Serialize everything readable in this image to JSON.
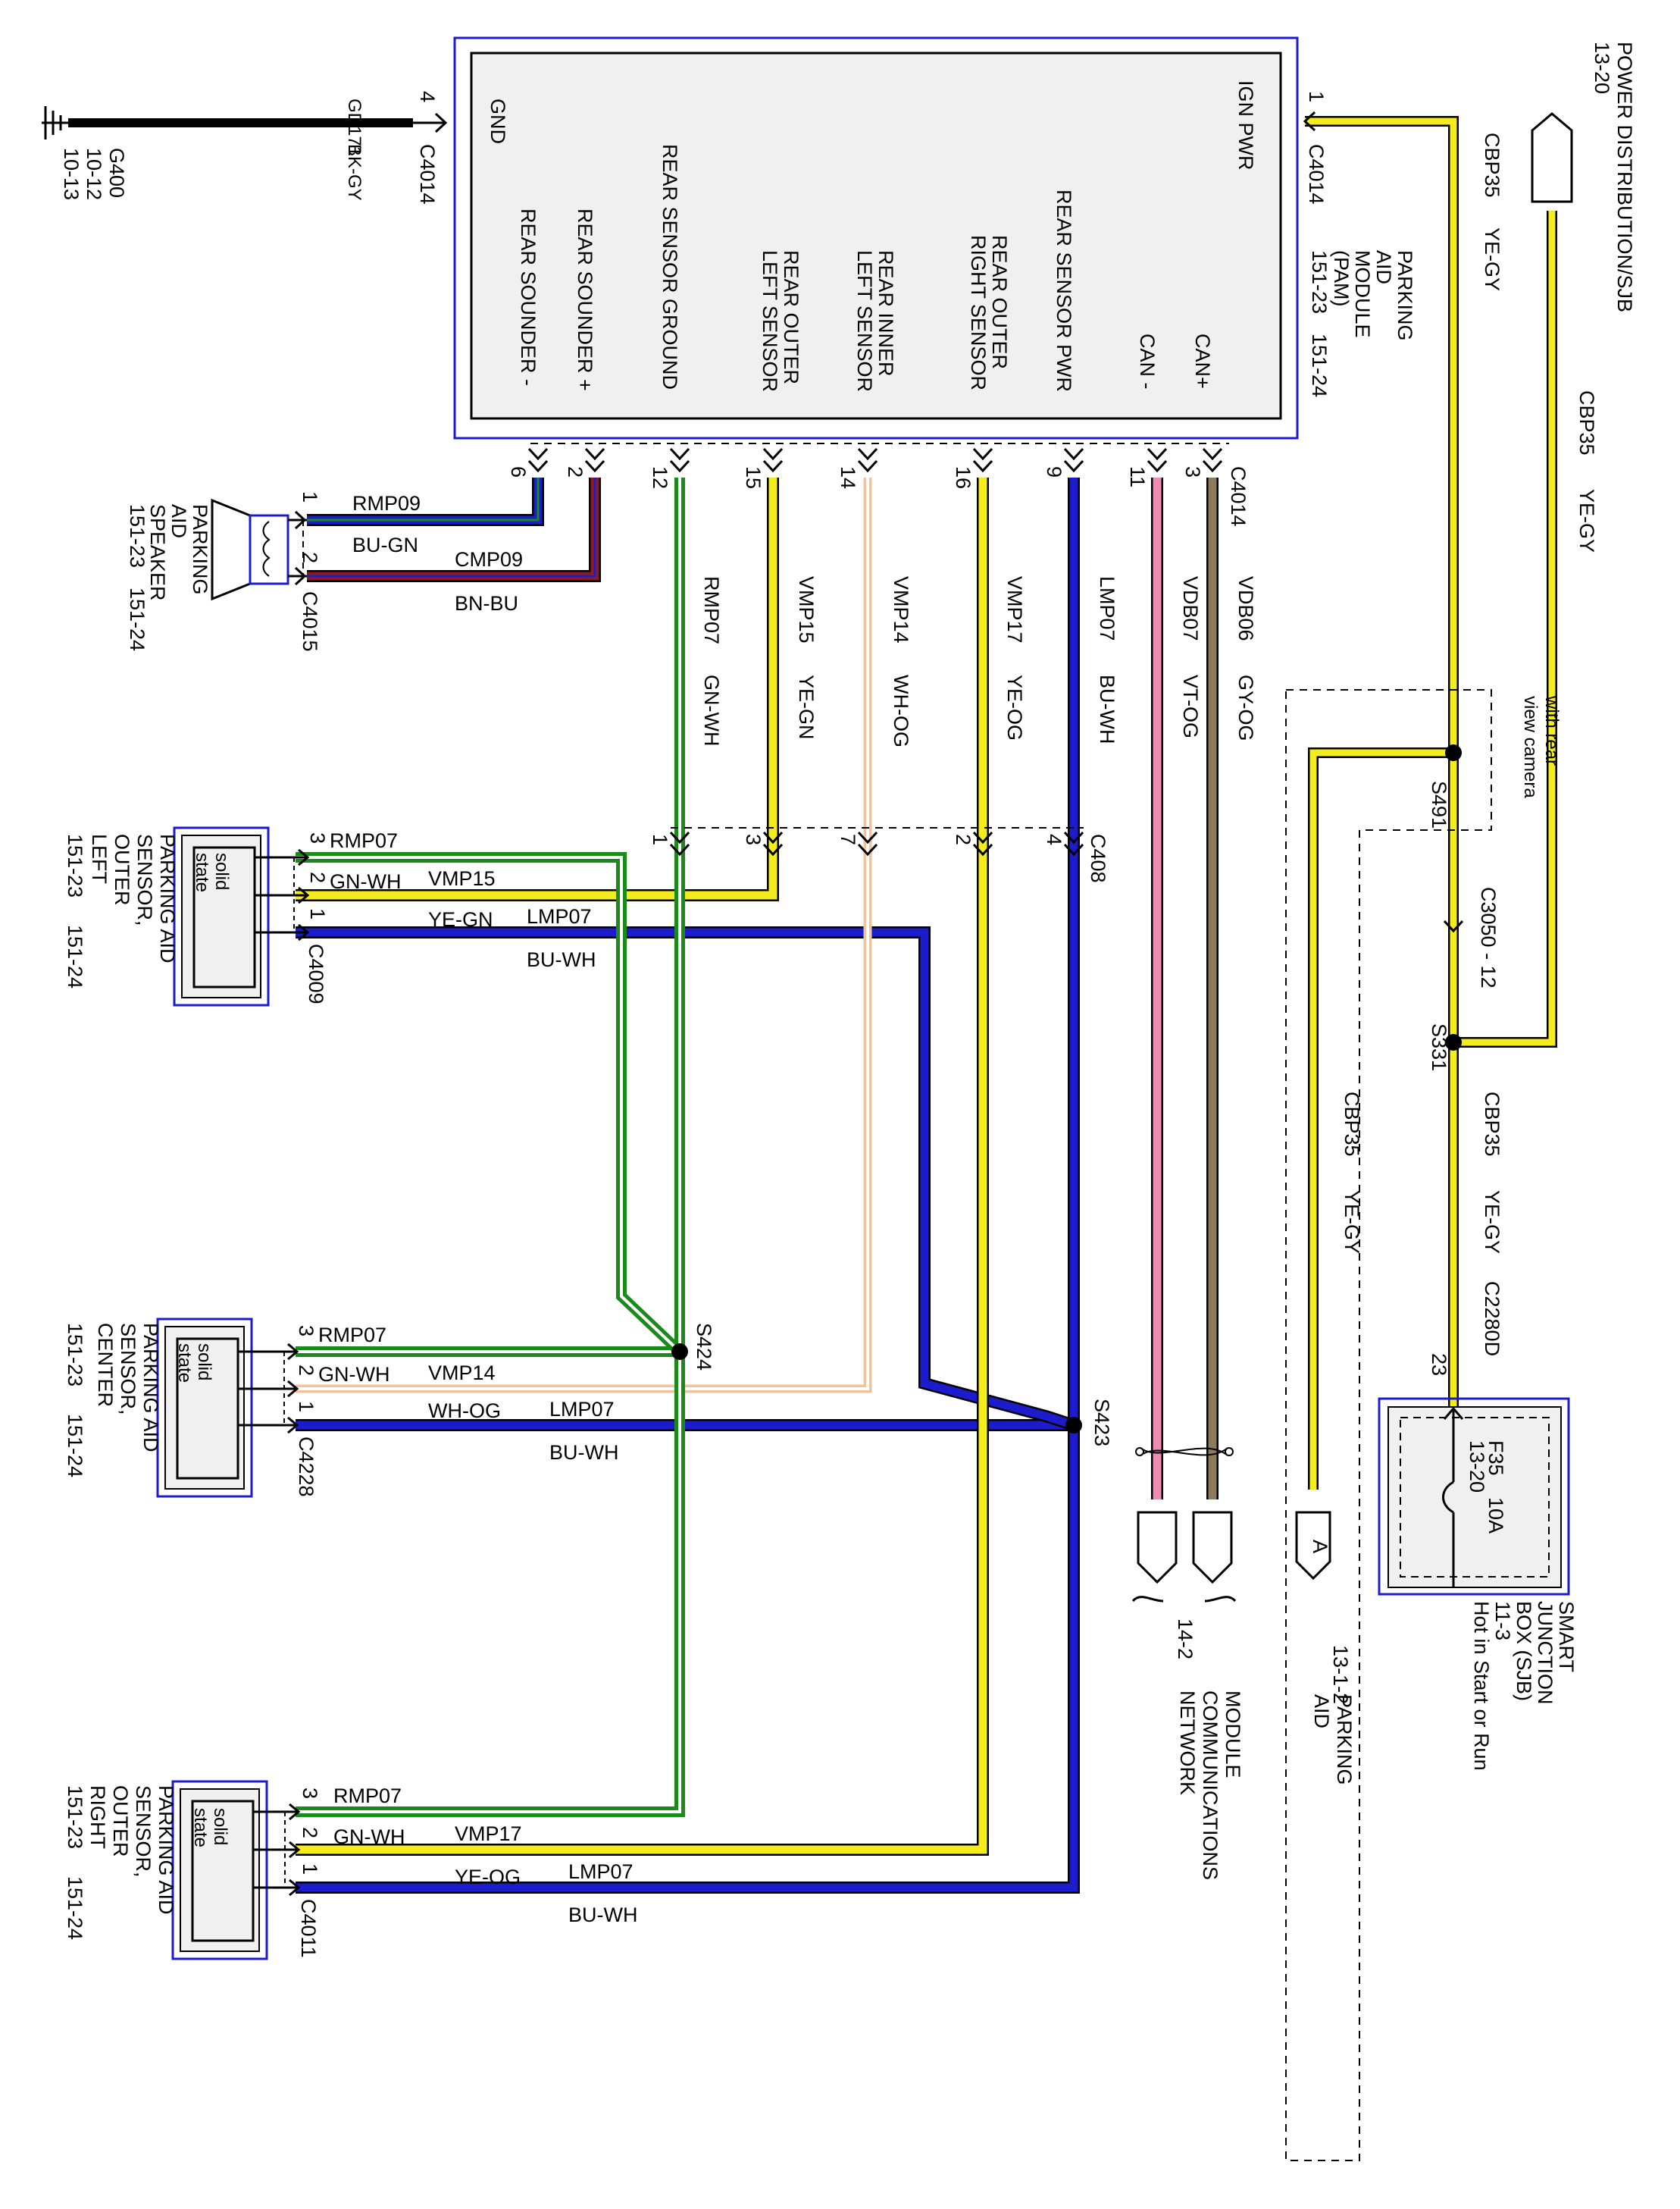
{
  "module": {
    "name_lines": [
      "PARKING",
      "AID",
      "MODULE",
      "(PAM)"
    ],
    "refs": [
      "151-23",
      "151-24"
    ],
    "connector": "C4014",
    "pins": {
      "gnd": {
        "num": "4",
        "label": "GND"
      },
      "ign": {
        "num": "1",
        "label": "IGN PWR"
      },
      "can_plus": {
        "num": "3",
        "label": "CAN+"
      },
      "can_minus": {
        "num": "11",
        "label": "CAN -"
      },
      "sensor_pwr": {
        "num": "9",
        "label": "REAR SENSOR PWR"
      },
      "outer_right": {
        "num": "16",
        "label_lines": [
          "REAR OUTER",
          "RIGHT SENSOR"
        ]
      },
      "inner_left": {
        "num": "14",
        "label_lines": [
          "REAR INNER",
          "LEFT SENSOR"
        ]
      },
      "outer_left": {
        "num": "15",
        "label_lines": [
          "REAR OUTER",
          "LEFT SENSOR"
        ]
      },
      "sensor_ground": {
        "num": "12",
        "label": "REAR SENSOR GROUND"
      },
      "sounder_plus": {
        "num": "2",
        "label": "REAR SOUNDER +"
      },
      "sounder_minus": {
        "num": "6",
        "label": "REAR SOUNDER -"
      }
    },
    "connector_bottom": "C4014"
  },
  "ground": {
    "circuit": "GD171",
    "color": "BK-GY",
    "name": "G400",
    "refs": [
      "10-12",
      "10-13"
    ]
  },
  "power": {
    "title": "POWER DISTRIBUTION/SJB",
    "ref": "13-20",
    "circuit": "CBP35",
    "color": "YE-GY"
  },
  "splices": {
    "s491": "S491",
    "s491_note_lines": [
      "with rear",
      "view camera"
    ],
    "s331": "S331",
    "s424": "S424",
    "s423": "S423",
    "c3050": "C3050 - 12"
  },
  "sjb": {
    "name_lines": [
      "SMART",
      "JUNCTION",
      "BOX (SJB)"
    ],
    "ref": "11-3",
    "note": "Hot in Start or Run",
    "fuse": "F35",
    "amps": "10A",
    "fuse_ref": "13-20",
    "connector": "C2280D",
    "pin": "23"
  },
  "parking_aid_ref": {
    "letter": "A",
    "ref": "13-1-2",
    "name_lines": [
      "PARKING",
      "AID"
    ]
  },
  "network": {
    "ref": "14-2",
    "name_lines": [
      "MODULE",
      "COMMUNICATIONS",
      "NETWORK"
    ]
  },
  "wires": {
    "vdb06": {
      "circuit": "VDB06",
      "color": "GY-OG"
    },
    "vdb07": {
      "circuit": "VDB07",
      "color": "VT-OG"
    },
    "lmp07": {
      "circuit": "LMP07",
      "color": "BU-WH"
    },
    "vmp17": {
      "circuit": "VMP17",
      "color": "YE-OG"
    },
    "vmp14": {
      "circuit": "VMP14",
      "color": "WH-OG"
    },
    "vmp15": {
      "circuit": "VMP15",
      "color": "YE-GN"
    },
    "rmp07": {
      "circuit": "RMP07",
      "color": "GN-WH"
    },
    "rmp09": {
      "circuit": "RMP09",
      "color": "BU-GN"
    },
    "cmp09": {
      "circuit": "CMP09",
      "color": "BN-BU"
    }
  },
  "c408": {
    "name": "C408",
    "pins": {
      "lmp": "4",
      "vmp17": "2",
      "vmp14": "7",
      "vmp15": "3",
      "rmp": "1"
    }
  },
  "speaker": {
    "name_lines": [
      "PARKING",
      "AID",
      "SPEAKER"
    ],
    "refs": [
      "151-23",
      "151-24"
    ],
    "connector": "C4015",
    "pin1": "1",
    "pin2": "2"
  },
  "sensors": {
    "solid_state": [
      "solid",
      "state"
    ],
    "pins": [
      "3",
      "2",
      "1"
    ],
    "outer_left": {
      "name_lines": [
        "PARKING AID",
        "SENSOR,",
        "OUTER",
        "LEFT"
      ],
      "refs": [
        "151-23",
        "151-24"
      ],
      "connector": "C4009",
      "signal": "VMP15",
      "signal_color": "YE-GN"
    },
    "center": {
      "name_lines": [
        "PARKING AID",
        "SENSOR,",
        "CENTER"
      ],
      "refs": [
        "151-23",
        "151-24"
      ],
      "connector": "C4228",
      "signal": "VMP14",
      "signal_color": "WH-OG"
    },
    "outer_right": {
      "name_lines": [
        "PARKING AID",
        "SENSOR,",
        "OUTER",
        "RIGHT"
      ],
      "refs": [
        "151-23",
        "151-24"
      ],
      "connector": "C4011",
      "signal": "VMP17",
      "signal_color": "YE-OG"
    }
  },
  "colors": {
    "yellow": "#f4ec1c",
    "green": "#1a8a1a",
    "blue": "#1c1ccc",
    "pink": "#f08cb4",
    "gray_brown": "#8c7a5a",
    "tan": "#f0c49a",
    "brown": "#8c1c1c",
    "module_border": "#1c1ccc"
  }
}
